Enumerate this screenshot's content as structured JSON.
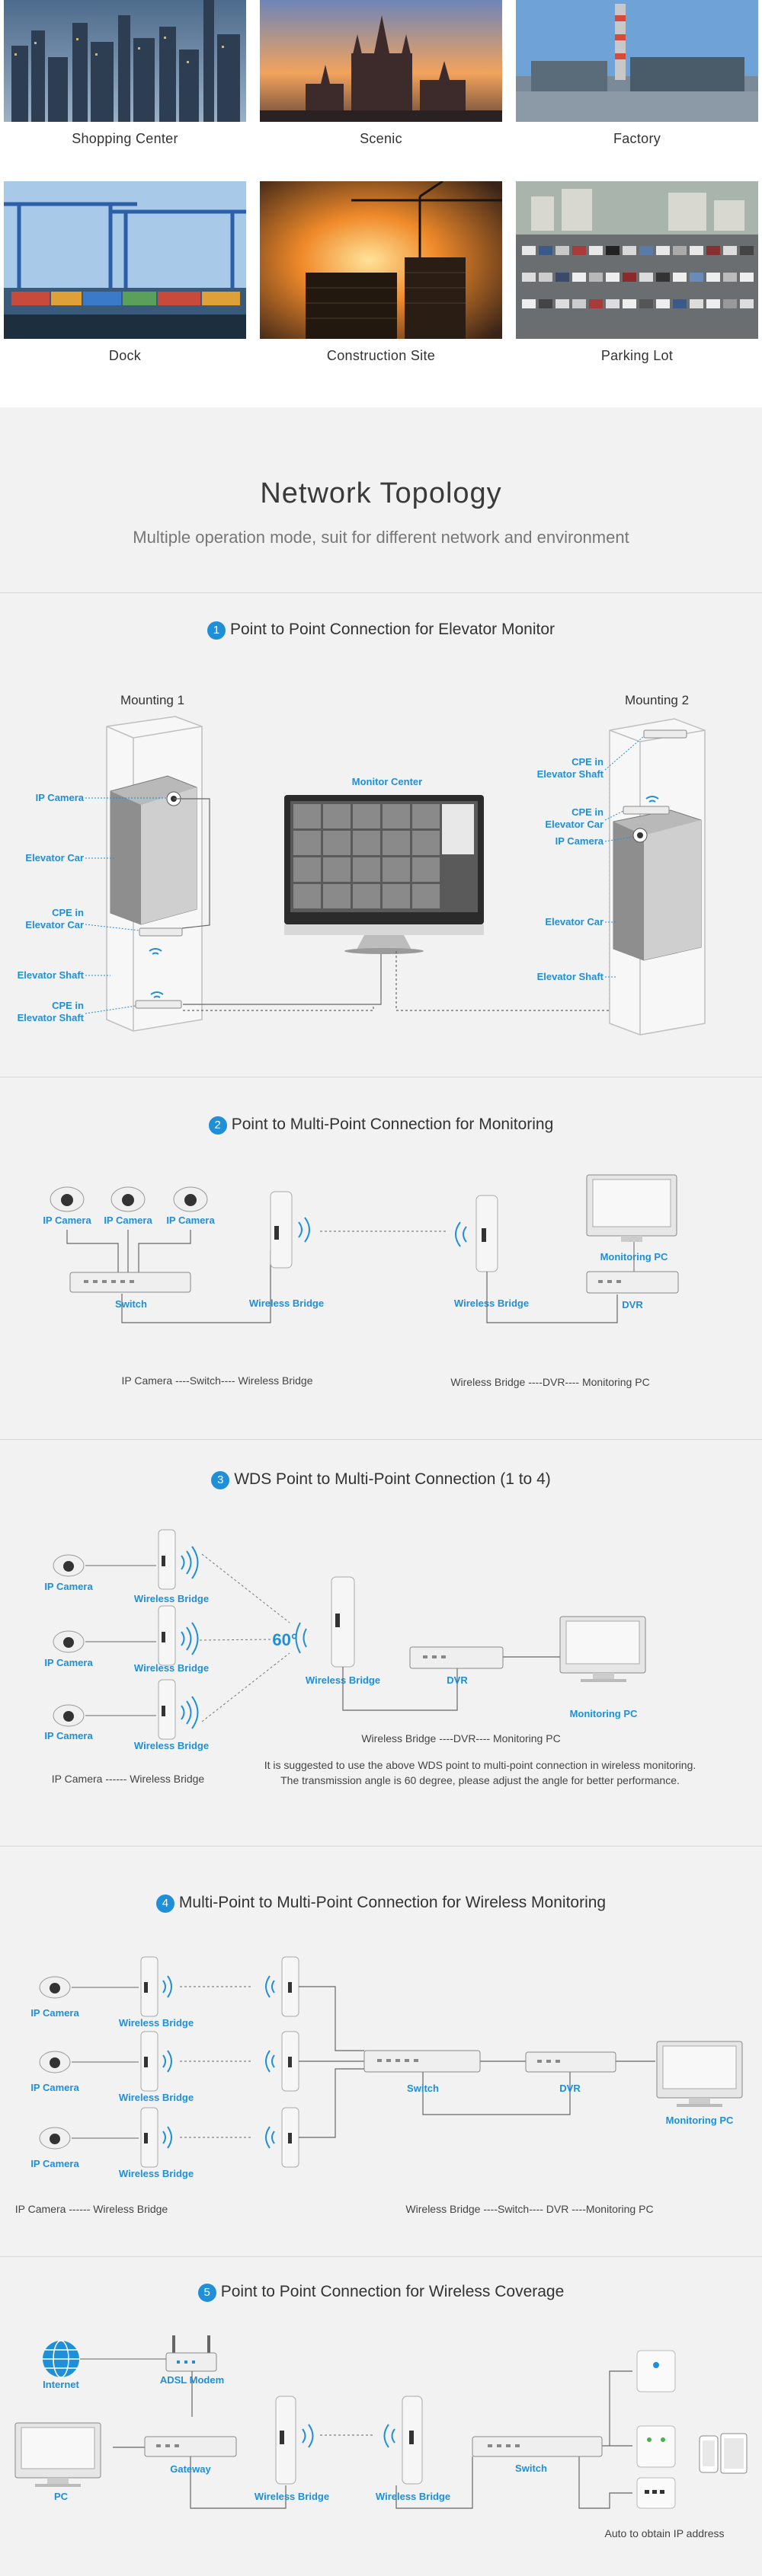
{
  "gallery": [
    {
      "caption": "Shopping Center"
    },
    {
      "caption": "Scenic"
    },
    {
      "caption": "Factory"
    },
    {
      "caption": "Dock"
    },
    {
      "caption": "Construction Site"
    },
    {
      "caption": "Parking Lot"
    }
  ],
  "headline": {
    "title": "Network Topology",
    "subtitle": "Multiple operation mode, suit for different network and environment"
  },
  "sections": [
    {
      "num": "1",
      "title": "Point to Point Connection for Elevator Monitor"
    },
    {
      "num": "2",
      "title": "Point to Multi-Point Connection for Monitoring"
    },
    {
      "num": "3",
      "title": "WDS Point to Multi-Point Connection (1 to 4)"
    },
    {
      "num": "4",
      "title": "Multi-Point to Multi-Point Connection for Wireless Monitoring"
    },
    {
      "num": "5",
      "title": "Point to Point Connection for Wireless Coverage"
    }
  ],
  "s1": {
    "mounting1": "Mounting 1",
    "mounting2": "Mounting 2",
    "monitor_center": "Monitor Center",
    "ip_camera": "IP Camera",
    "elevator_car": "Elevator Car",
    "cpe_in": "CPE in",
    "elevator_car_l2": "Elevator Car",
    "elevator_shaft": "Elevator Shaft",
    "elevator_shaft_l2": "Elevator Shaft"
  },
  "s2": {
    "ip_camera": "IP Camera",
    "switch": "Switch",
    "wireless_bridge": "Wireless Bridge",
    "monitoring_pc": "Monitoring PC",
    "dvr": "DVR",
    "flow_left": "IP Camera ----Switch---- Wireless Bridge",
    "flow_right": "Wireless Bridge ----DVR---- Monitoring PC"
  },
  "s3": {
    "ip_camera": "IP Camera",
    "wireless_bridge": "Wireless Bridge",
    "angle": "60°",
    "dvr": "DVR",
    "monitoring_pc": "Monitoring PC",
    "flow_right": "Wireless Bridge ----DVR---- Monitoring PC",
    "flow_left": "IP Camera ------ Wireless Bridge",
    "note_line1": "It is suggested to use the above WDS point to multi-point connection in wireless monitoring.",
    "note_line2": "The transmission angle is 60 degree, please adjust the angle for better performance."
  },
  "s4": {
    "ip_camera": "IP Camera",
    "wireless_bridge": "Wireless Bridge",
    "switch": "Switch",
    "dvr": "DVR",
    "monitoring_pc": "Monitoring PC",
    "flow_left": "IP Camera ------ Wireless Bridge",
    "flow_right": "Wireless Bridge ----Switch---- DVR ----Monitoring PC"
  },
  "s5": {
    "internet": "Internet",
    "adsl": "ADSL Modem",
    "pc": "PC",
    "gateway": "Gateway",
    "wireless_bridge": "Wireless Bridge",
    "switch": "Switch",
    "auto_ip": "Auto to obtain IP address"
  },
  "colors": {
    "accent": "#1f8fd8",
    "line": "#666666",
    "device": "#e9e9e9"
  }
}
